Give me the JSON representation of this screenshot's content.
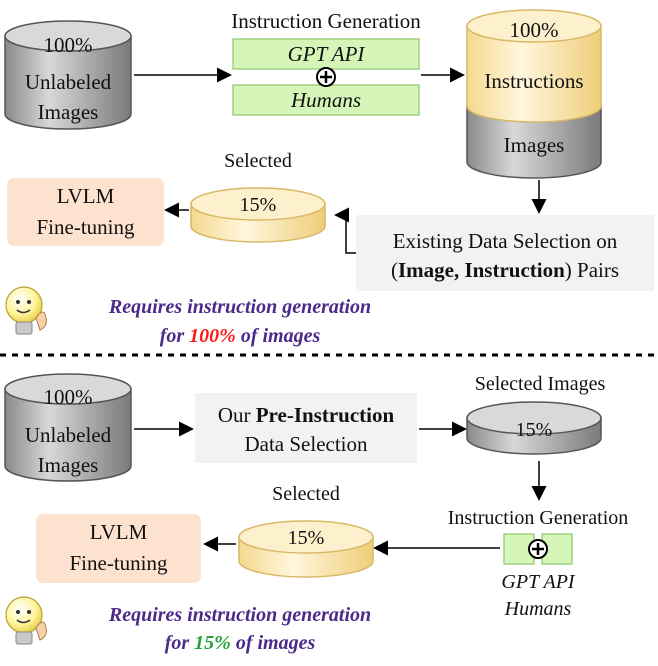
{
  "top": {
    "source_cylinder": {
      "percent": "100%",
      "line1": "Unlabeled",
      "line2": "Images"
    },
    "instruction_generation": {
      "title": "Instruction Generation",
      "gpt": "GPT API",
      "humans": "Humans"
    },
    "target_cylinder": {
      "percent": "100%",
      "top_label": "Instructions",
      "bottom_label": "Images"
    },
    "selection_box": {
      "line1": "Existing Data Selection on",
      "line2_open": "(",
      "line2_bold": "Image, Instruction",
      "line2_close": ") Pairs"
    },
    "selected_label": "Selected",
    "selected_percent": "15%",
    "finetune": {
      "line1": "LVLM",
      "line2": "Fine-tuning"
    },
    "note": {
      "line1": "Requires instruction generation",
      "line2_pre": "for ",
      "line2_pct": "100%",
      "line2_post": " of images"
    }
  },
  "bottom": {
    "source_cylinder": {
      "percent": "100%",
      "line1": "Unlabeled",
      "line2": "Images"
    },
    "selection_box": {
      "line1_pre": "Our ",
      "line1_bold": "Pre-Instruction",
      "line2": "Data Selection"
    },
    "selected_images_label": "Selected Images",
    "selected_images_percent": "15%",
    "instruction_generation": {
      "title": "Instruction Generation",
      "gpt": "GPT API",
      "humans": "Humans"
    },
    "selected_label": "Selected",
    "selected_percent": "15%",
    "finetune": {
      "line1": "LVLM",
      "line2": "Fine-tuning"
    },
    "note": {
      "line1": "Requires instruction generation",
      "line2_pre": "for ",
      "line2_pct": "15%",
      "line2_post": " of images"
    }
  },
  "colors": {
    "gray_cyl": "#bdbdbd",
    "cream_cyl": "#fbe6b0",
    "green_box": "#d6f5b8",
    "orange_box": "#fde3cf",
    "note_purple": "#4b2a8a",
    "red": "#ff1a1a",
    "green": "#21a33a"
  },
  "icons": [
    "lightbulb-icon",
    "arrow-right-icon",
    "arrow-down-icon",
    "arrow-left-icon",
    "plus-circle-icon",
    "dashed-divider"
  ]
}
